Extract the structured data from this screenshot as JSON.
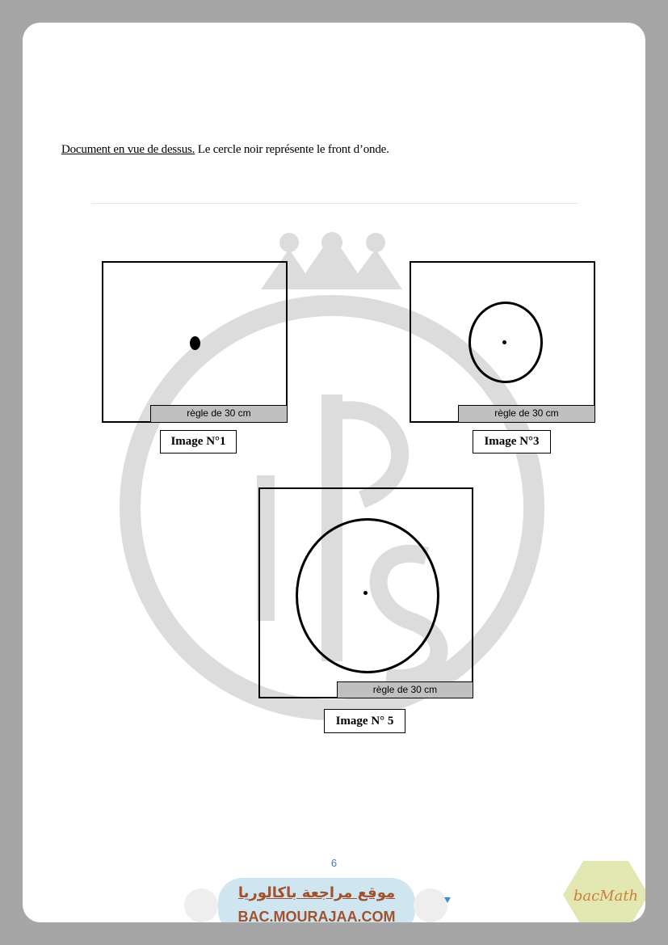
{
  "caption": {
    "underlined": "Document en vue de dessus.",
    "rest": " Le cercle noir représente le front d’onde."
  },
  "figures": [
    {
      "label": "Image N°1",
      "ruler": "règle de 30 cm"
    },
    {
      "label": "Image N°3",
      "ruler": "règle de 30 cm"
    },
    {
      "label": "Image N° 5",
      "ruler": "règle de 30 cm"
    }
  ],
  "footer": {
    "page_number": "6",
    "banner_arabic": "موقع مراجعة  باكالوريا",
    "banner_url": "BAC.MOURAJAA.COM",
    "badge_text": "bacMath"
  },
  "colors": {
    "page_border": "#a6a6a6",
    "ruler_fill": "#c0c0c0",
    "banner_fill": "#cfe6f1",
    "banner_text": "#a0522d",
    "badge_fill": "#e3e7b2",
    "badge_text": "#c9823a",
    "page_number": "#4a7bb5"
  }
}
